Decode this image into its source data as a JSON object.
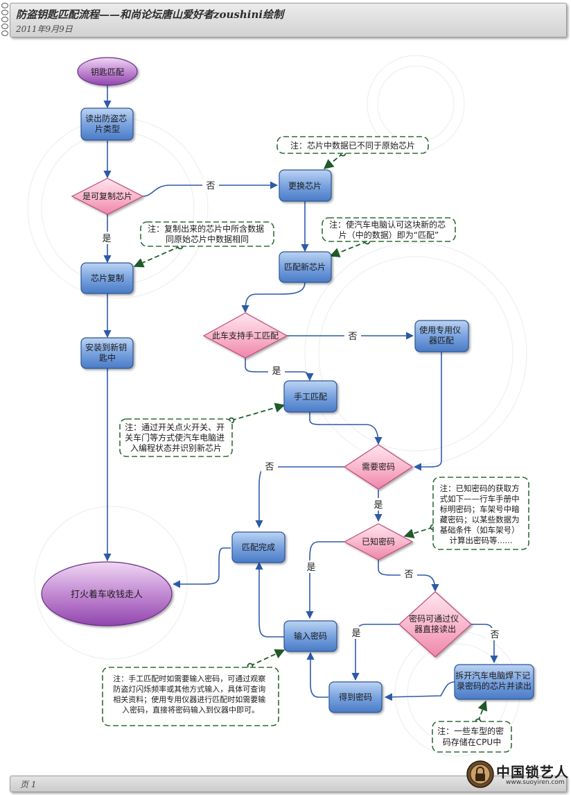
{
  "header": {
    "title": "防盗钥匙匹配流程——和尚论坛唐山爱好者zoushini绘制",
    "date": "2011年9月9日"
  },
  "footer": {
    "page": "页  1"
  },
  "watermark": {
    "brand": "中国锁艺人",
    "url": "www.suoyiren.com",
    "logo_icon": "lock-seal-logo"
  },
  "colors": {
    "process_fill_top": "#a9c6ec",
    "process_fill_bottom": "#4d7fca",
    "decision_fill_top": "#ffe0ea",
    "decision_fill_bottom": "#f08cb0",
    "terminal_fill_top": "#e7c6ee",
    "terminal_fill_bottom": "#9a4fb5",
    "arrow": "#2d5aa8",
    "note_border": "#2e6b36"
  },
  "nodes": {
    "start": "钥匙匹配",
    "read_chip": [
      "读出防盗芯",
      "片类型"
    ],
    "can_copy": "是可复制芯片",
    "replace_chip": "更换芯片",
    "copy_chip": "芯片复制",
    "match_new_chip": "匹配新芯片",
    "install_key": [
      "安装到新钥",
      "匙中"
    ],
    "manual_supported": "此车支持手工匹配",
    "use_instrument": [
      "使用专用仪",
      "器匹配"
    ],
    "manual_match": "手工匹配",
    "need_password": "需要密码",
    "match_done": "匹配完成",
    "known_password": "已知密码",
    "end": "打火着车收钱走人",
    "input_password": "输入密码",
    "read_directly": [
      "密码可通过仪",
      "器直接读出"
    ],
    "desolder": [
      "拆开汽车电脑焊下记",
      "录密码的芯片并读出"
    ],
    "get_password": "得到密码"
  },
  "edge_labels": {
    "no": "否",
    "yes": "是"
  },
  "notes": {
    "note_replace": [
      "注：芯片中数据已不同于原始芯片"
    ],
    "note_copy": [
      "注：复制出来的芯片中所含数据",
      "同原始芯片中数据相同"
    ],
    "note_match": [
      "注：使汽车电脑认可这块新的芯",
      "片（中的数据）即为“匹配”"
    ],
    "note_manual": [
      "注：通过开关点火开关、开",
      "关车门等方式使汽车电脑进",
      "入编程状态并识别新芯片"
    ],
    "note_known": [
      "注：已知密码的获取方",
      "式如下——行车手册中",
      "标明密码；车架号中暗",
      "藏密码；以某些数据为",
      "基础条件（如车架号）",
      "计算出密码等......"
    ],
    "note_input": [
      "注：手工匹配时如需要输入密码，可通过观察",
      "防盗灯闪烁频率或其他方式输入，具体可查询",
      "相关资料；使用专用仪器进行匹配时如需要输",
      "入密码，直接将密码输入到仪器中即可。"
    ],
    "note_cpu": [
      "注：一些车型的密",
      "码存储在CPU中"
    ]
  }
}
